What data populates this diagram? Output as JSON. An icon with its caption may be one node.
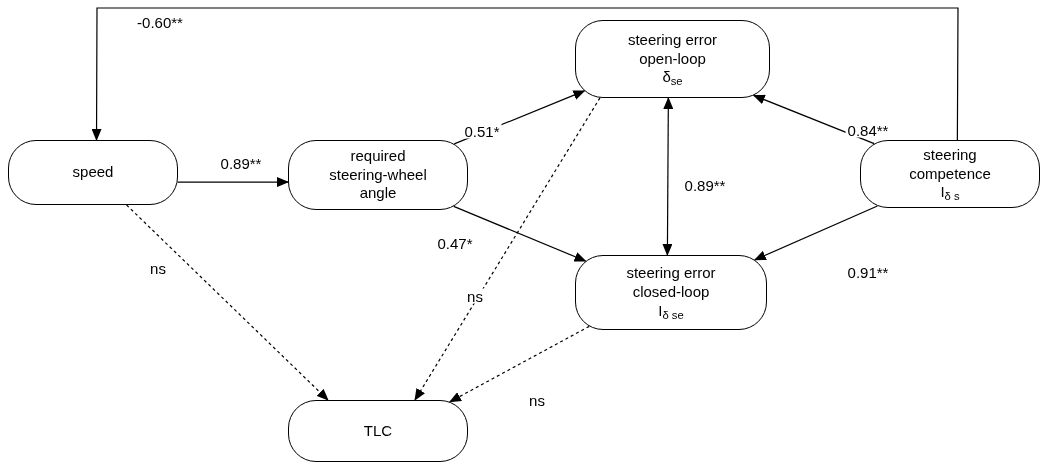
{
  "diagram": {
    "nodes": [
      {
        "text": [
          "speed"
        ]
      },
      {
        "text": [
          "required steering-wheel angle"
        ]
      },
      {
        "text": [
          "steering error open-loop",
          "δ$_{se}$"
        ]
      },
      {
        "text": [
          "steering competence",
          "I$_{δ s}$"
        ]
      },
      {
        "text": [
          "steering error closed-loop",
          "I$_{δ se}$"
        ]
      },
      {
        "text": [
          "TLC"
        ]
      }
    ],
    "edges": [
      {
        "from": 3,
        "to": 0,
        "arrow": "to",
        "label": "-0.60**"
      },
      {
        "from": 0,
        "to": 1,
        "arrow": "to",
        "label": "0.89**"
      },
      {
        "from": 1,
        "to": 2,
        "arrow": "to",
        "label": "0.51*"
      },
      {
        "from": 1,
        "to": 4,
        "arrow": "to",
        "label": "0.47*"
      },
      {
        "from": 3,
        "to": 2,
        "arrow": "to",
        "label": "0.84**"
      },
      {
        "from": 3,
        "to": 4,
        "arrow": "to",
        "label": "0.91**"
      },
      {
        "from": 2,
        "to": 4,
        "arrow": "both",
        "label": "0.89**"
      },
      {
        "from": 0,
        "to": 5,
        "arrow": "to",
        "label": "ns",
        "style": "dashed"
      },
      {
        "from": 2,
        "to": 5,
        "arrow": "to",
        "label": "ns",
        "style": "dashed"
      },
      {
        "from": 4,
        "to": 5,
        "arrow": "to",
        "label": "ns",
        "style": "dashed"
      }
    ]
  }
}
